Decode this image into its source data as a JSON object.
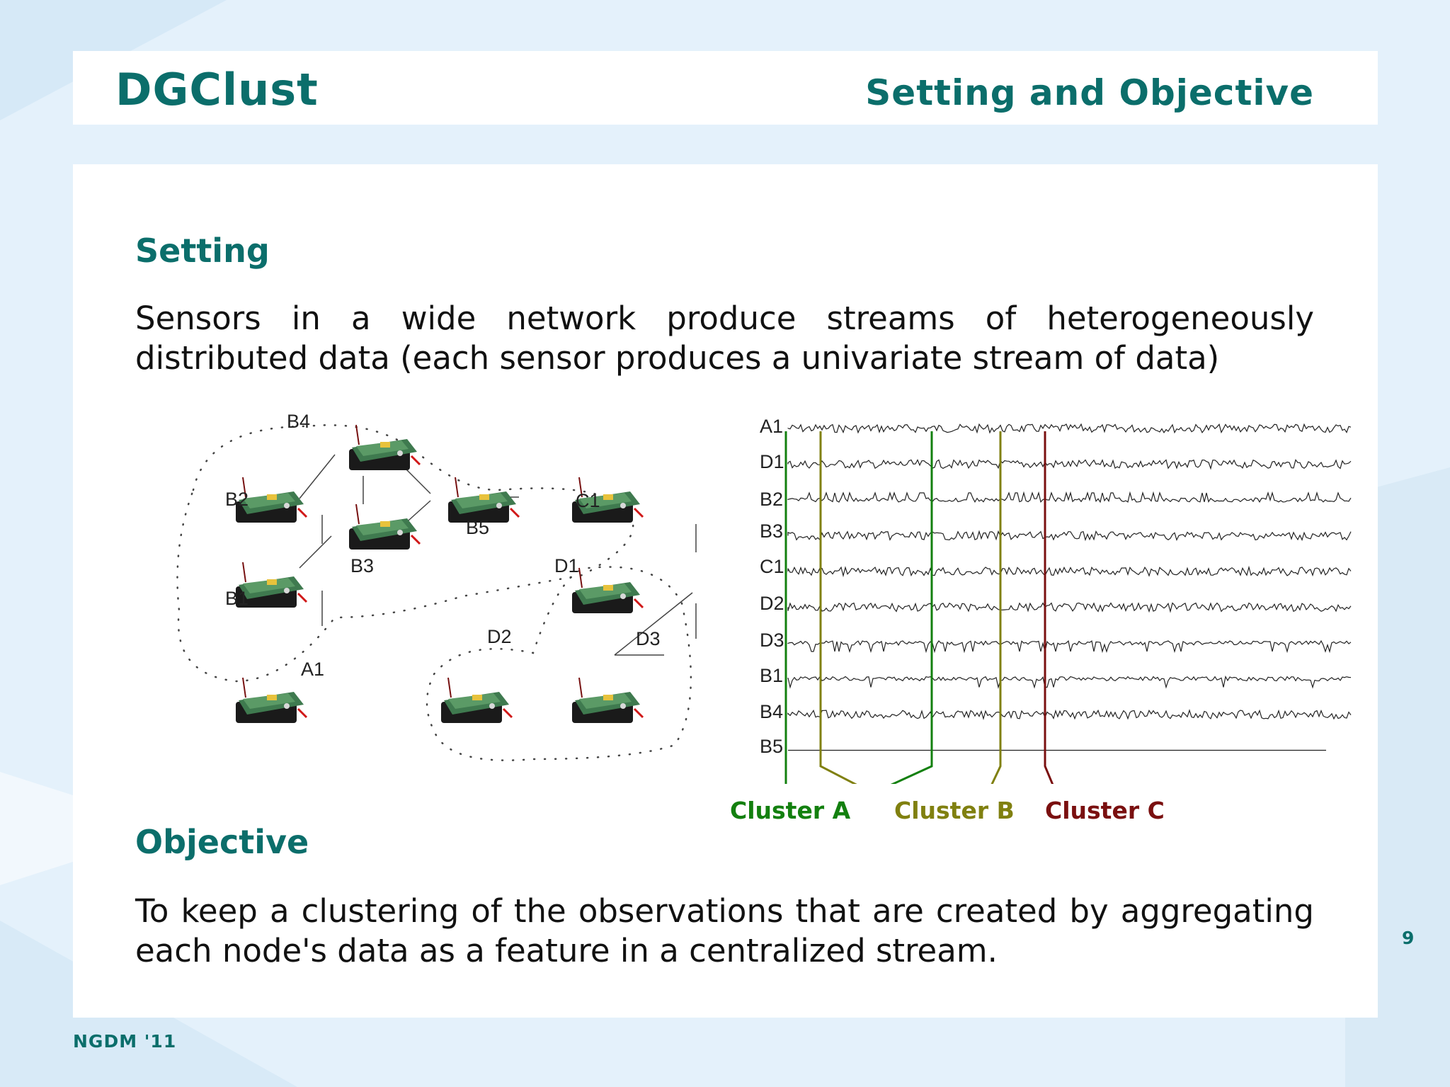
{
  "slide": {
    "app_title": "DGClust",
    "section_title": "Setting and Objective",
    "footer": "NGDM '11",
    "page_number": "9"
  },
  "setting": {
    "heading": "Setting",
    "text": "Sensors in a wide network produce streams of heterogeneously distributed data (each sensor produces a univariate stream of data)"
  },
  "objective": {
    "heading": "Objective",
    "text": "To keep a clustering of the observations that are created by aggregating each node's data as a feature in a centralized stream."
  },
  "network_figure": {
    "nodes": [
      "A1",
      "B1",
      "B2",
      "B3",
      "B4",
      "B5",
      "C1",
      "D1",
      "D2",
      "D3"
    ]
  },
  "streams_figure": {
    "stream_labels": [
      "A1",
      "D1",
      "B2",
      "B3",
      "C1",
      "D2",
      "D3",
      "B1",
      "B4",
      "B5"
    ],
    "clusters": [
      {
        "label": "Cluster A",
        "color": "#13800f"
      },
      {
        "label": "Cluster B",
        "color": "#808010"
      },
      {
        "label": "Cluster C",
        "color": "#7a1010"
      }
    ]
  },
  "colors": {
    "accent": "#0b6e6b",
    "background": "#e4f1fb"
  }
}
